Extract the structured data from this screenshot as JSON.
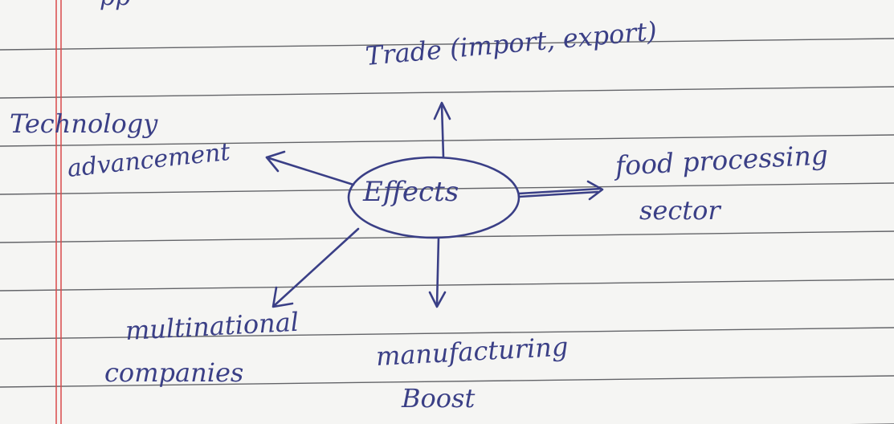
{
  "diagram": {
    "center": "Effects",
    "top_fragment": "pp",
    "branches": {
      "top": {
        "text": "Trade (import, export)"
      },
      "left": {
        "line1": "Technology",
        "line2": "advancement"
      },
      "right": {
        "line1": "food processing",
        "line2": "sector"
      },
      "bottom_left": {
        "line1": "multinational",
        "line2": "companies"
      },
      "bottom": {
        "line1": "manufacturing",
        "line2": "Boost"
      }
    }
  },
  "colors": {
    "ink": "#3a3f86",
    "ruled_line": "#3f4046",
    "margin_line": "#d94a4a",
    "paper": "#f5f5f3"
  }
}
